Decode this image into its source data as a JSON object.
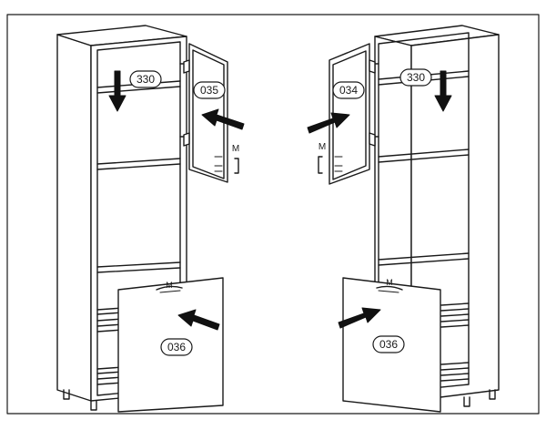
{
  "diagram": {
    "colors": {
      "line": "#1a1a1a",
      "fill": "#ffffff",
      "shade": "#f2f2f2",
      "arrow": "#111111"
    },
    "labels": {
      "left_cabinet": {
        "shelf_depth": "330",
        "door_part": "035",
        "front_part": "036",
        "handle_mark": "M",
        "drawer_mark": "M"
      },
      "right_cabinet": {
        "shelf_depth": "330",
        "door_part": "034",
        "front_part": "036",
        "handle_mark": "M",
        "drawer_mark": "M"
      }
    },
    "icons": [
      "arrow-icon",
      "handle-icon",
      "hinge-icon"
    ]
  }
}
